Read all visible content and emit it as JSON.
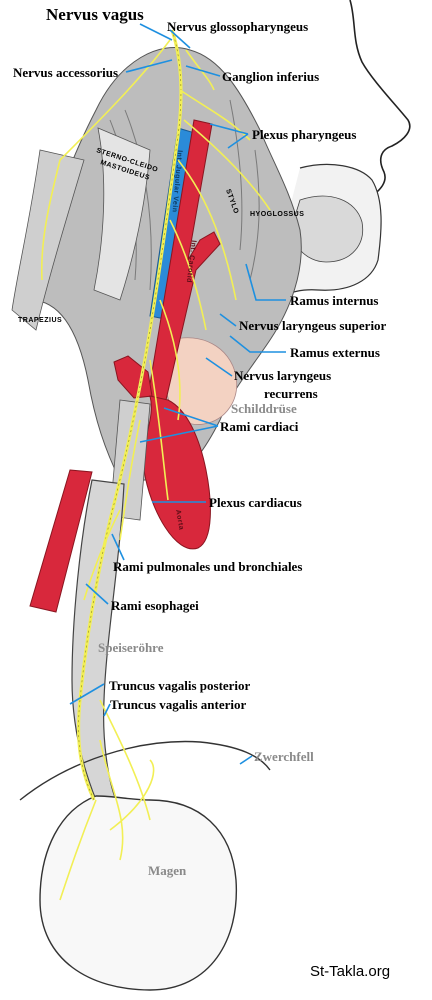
{
  "labels": {
    "nervus_vagus": "Nervus vagus",
    "nervus_glossopharyngeus": "Nervus glossopharyngeus",
    "nervus_accessorius": "Nervus accessorius",
    "ganglion_inferius": "Ganglion inferius",
    "plexus_pharyngeus": "Plexus pharyngeus",
    "ramus_internus": "Ramus internus",
    "nervus_laryngeus_superior": "Nervus laryngeus superior",
    "ramus_externus": "Ramus externus",
    "nervus_laryngeus_recurrens_1": "Nervus laryngeus",
    "nervus_laryngeus_recurrens_2": "recurrens",
    "schilddruese": "Schilddrüse",
    "rami_cardiaci": "Rami cardiaci",
    "plexus_cardiacus": "Plexus cardiacus",
    "rami_pulmonales": "Rami pulmonales und bronchiales",
    "rami_esophagei": "Rami esophagei",
    "speiseroehre": "Speiseröhre",
    "truncus_posterior": "Truncus vagalis posterior",
    "truncus_anterior": "Truncus vagalis anterior",
    "zwerchfell": "Zwerchfell",
    "magen": "Magen"
  },
  "inline_labels": {
    "sternocleido": "STERNO-CLEIDO",
    "mastoideus": "MASTOIDEUS",
    "trapezius": "TRAPEZIUS",
    "int_jugular_vein": "Int. Jugular Vein",
    "int_carotid": "Int. Carotid",
    "stylo": "STYLO",
    "hyoglossus": "HYOGLOSSUS",
    "aorta": "Aorta"
  },
  "watermark": "St-Takla.org",
  "colors": {
    "leader_line": "#1e90e0",
    "nerve": "#f2ef55",
    "artery": "#d8283c",
    "vein": "#2b8bd8",
    "thyroid": "#f3d2c2",
    "gray_label": "#8a8a8a"
  }
}
